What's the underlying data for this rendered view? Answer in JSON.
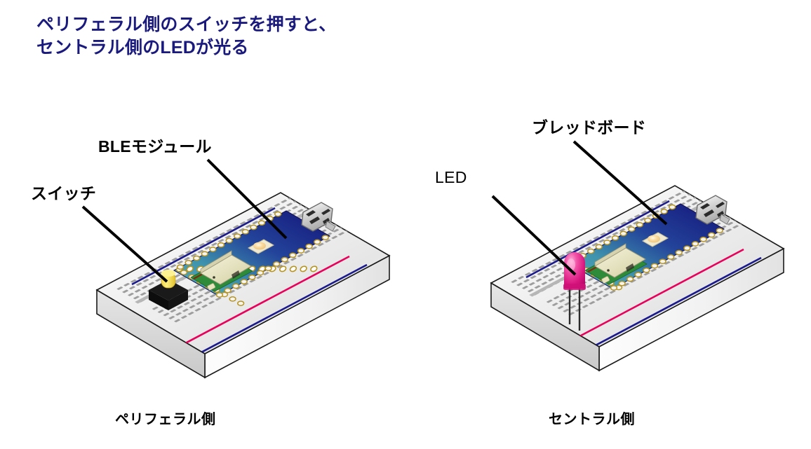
{
  "headline": {
    "line1": "ペリフェラル側のスイッチを押すと、",
    "line2": "セントラル側のLEDが光る",
    "color": "#1a1a7e"
  },
  "callouts": {
    "switch": "スイッチ",
    "ble_module": "BLEモジュール",
    "led": "LED",
    "breadboard": "ブレッドボード"
  },
  "captions": {
    "left": "ペリフェラル側",
    "right": "セントラル側"
  },
  "colors": {
    "headline": "#1a1a7e",
    "label": "#000000",
    "leader_line": "#000000",
    "breadboard_top": "#f2f2f2",
    "breadboard_side": "#dcdcdc",
    "breadboard_front": "#fbfbfb",
    "breadboard_outline": "#111111",
    "rail_blue": "#1a1a8c",
    "rail_red": "#e8005a",
    "hole": "#9a9a9a",
    "center_channel": "#b2b2b2",
    "pcb_light": "#4fa3b4",
    "pcb_dark": "#161682",
    "pad_gold": "#c9a227",
    "shield_can": "#e4e2c4",
    "sub_pcb_green": "#2e8b3a",
    "usb_metal": "#d7d7d7",
    "smd_led": "#f7d79a",
    "switch_body": "#141414",
    "switch_button": "#f5de55",
    "led_pink": "#e0218a",
    "led_leg": "#2a2a2a"
  },
  "scene": {
    "boards": [
      {
        "name": "peripheral",
        "component": "tactile-switch"
      },
      {
        "name": "central",
        "component": "through-hole-led"
      }
    ]
  }
}
